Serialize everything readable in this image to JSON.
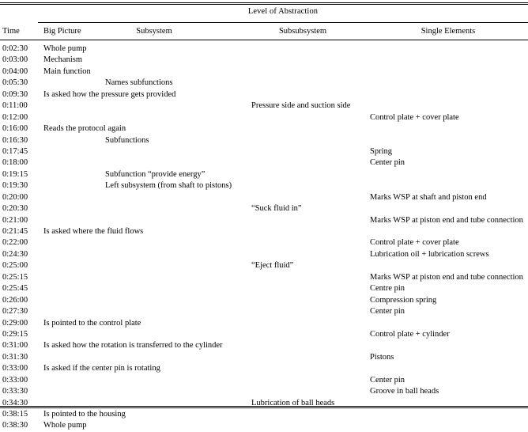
{
  "table": {
    "group_header": "Level of Abstraction",
    "columns": [
      {
        "key": "time",
        "label": "Time"
      },
      {
        "key": "big_picture",
        "label": "Big Picture"
      },
      {
        "key": "subsystem",
        "label": "Subsystem"
      },
      {
        "key": "subsubsystem",
        "label": "Subsubsystem"
      },
      {
        "key": "single_elements",
        "label": "Single Elements"
      }
    ],
    "rows": [
      {
        "time": "0:02:30",
        "big_picture": "Whole pump",
        "subsystem": "",
        "subsubsystem": "",
        "single_elements": ""
      },
      {
        "time": "0:03:00",
        "big_picture": "Mechanism",
        "subsystem": "",
        "subsubsystem": "",
        "single_elements": ""
      },
      {
        "time": "0:04:00",
        "big_picture": "Main function",
        "subsystem": "",
        "subsubsystem": "",
        "single_elements": ""
      },
      {
        "time": "0:05:30",
        "big_picture": "",
        "subsystem": "Names subfunctions",
        "subsubsystem": "",
        "single_elements": ""
      },
      {
        "time": "0:09:30",
        "big_picture": "Is asked how the pressure gets provided",
        "subsystem": "",
        "subsubsystem": "",
        "single_elements": ""
      },
      {
        "time": "0:11:00",
        "big_picture": "",
        "subsystem": "",
        "subsubsystem": "Pressure side and suction side",
        "single_elements": ""
      },
      {
        "time": "0:12:00",
        "big_picture": "",
        "subsystem": "",
        "subsubsystem": "",
        "single_elements": "Control plate + cover plate"
      },
      {
        "time": "0:16:00",
        "big_picture": "Reads the protocol again",
        "subsystem": "",
        "subsubsystem": "",
        "single_elements": ""
      },
      {
        "time": "0:16:30",
        "big_picture": "",
        "subsystem": "Subfunctions",
        "subsubsystem": "",
        "single_elements": ""
      },
      {
        "time": "0:17:45",
        "big_picture": "",
        "subsystem": "",
        "subsubsystem": "",
        "single_elements": "Spring"
      },
      {
        "time": "0:18:00",
        "big_picture": "",
        "subsystem": "",
        "subsubsystem": "",
        "single_elements": "Center pin"
      },
      {
        "time": "0:19:15",
        "big_picture": "",
        "subsystem": "Subfunction “provide energy”",
        "subsubsystem": "",
        "single_elements": ""
      },
      {
        "time": "0:19:30",
        "big_picture": "",
        "subsystem": "Left subsystem (from shaft to pistons)",
        "subsubsystem": "",
        "single_elements": ""
      },
      {
        "time": "0:20:00",
        "big_picture": "",
        "subsystem": "",
        "subsubsystem": "",
        "single_elements": "Marks WSP at shaft and piston end"
      },
      {
        "time": "0:20:30",
        "big_picture": "",
        "subsystem": "",
        "subsubsystem": "“Suck fluid in”",
        "single_elements": ""
      },
      {
        "time": "0:21:00",
        "big_picture": "",
        "subsystem": "",
        "subsubsystem": "",
        "single_elements": "Marks WSP at piston end and tube connection"
      },
      {
        "time": "0:21:45",
        "big_picture": "Is asked where the fluid flows",
        "subsystem": "",
        "subsubsystem": "",
        "single_elements": ""
      },
      {
        "time": "0:22:00",
        "big_picture": "",
        "subsystem": "",
        "subsubsystem": "",
        "single_elements": "Control plate + cover plate"
      },
      {
        "time": "0:24:30",
        "big_picture": "",
        "subsystem": "",
        "subsubsystem": "",
        "single_elements": "Lubrication oil + lubrication screws"
      },
      {
        "time": "0:25:00",
        "big_picture": "",
        "subsystem": "",
        "subsubsystem": "“Eject fluid”",
        "single_elements": ""
      },
      {
        "time": "0:25:15",
        "big_picture": "",
        "subsystem": "",
        "subsubsystem": "",
        "single_elements": "Marks WSP at piston end and tube connection"
      },
      {
        "time": "0:25:45",
        "big_picture": "",
        "subsystem": "",
        "subsubsystem": "",
        "single_elements": "Centre pin"
      },
      {
        "time": "0:26:00",
        "big_picture": "",
        "subsystem": "",
        "subsubsystem": "",
        "single_elements": "Compression spring"
      },
      {
        "time": "0:27:30",
        "big_picture": "",
        "subsystem": "",
        "subsubsystem": "",
        "single_elements": "Center pin"
      },
      {
        "time": "0:29:00",
        "big_picture": "Is pointed to the control plate",
        "subsystem": "",
        "subsubsystem": "",
        "single_elements": ""
      },
      {
        "time": "0:29:15",
        "big_picture": "",
        "subsystem": "",
        "subsubsystem": "",
        "single_elements": "Control plate + cylinder"
      },
      {
        "time": "0:31:00",
        "big_picture": "Is asked how the rotation is transferred to the cylinder",
        "subsystem": "",
        "subsubsystem": "",
        "single_elements": ""
      },
      {
        "time": "0:31:30",
        "big_picture": "",
        "subsystem": "",
        "subsubsystem": "",
        "single_elements": "Pistons"
      },
      {
        "time": "0:33:00",
        "big_picture": "Is asked if the center pin is rotating",
        "subsystem": "",
        "subsubsystem": "",
        "single_elements": ""
      },
      {
        "time": "0:33:00",
        "big_picture": "",
        "subsystem": "",
        "subsubsystem": "",
        "single_elements": "Center pin"
      },
      {
        "time": "0:33:30",
        "big_picture": "",
        "subsystem": "",
        "subsubsystem": "",
        "single_elements": "Groove in ball heads"
      },
      {
        "time": "0:34:30",
        "big_picture": "",
        "subsystem": "",
        "subsubsystem": "Lubrication of ball heads",
        "single_elements": ""
      },
      {
        "time": "0:38:15",
        "big_picture": "Is pointed to the housing",
        "subsystem": "",
        "subsubsystem": "",
        "single_elements": ""
      },
      {
        "time": "0:38:30",
        "big_picture": "Whole pump",
        "subsystem": "",
        "subsubsystem": "",
        "single_elements": ""
      }
    ]
  }
}
